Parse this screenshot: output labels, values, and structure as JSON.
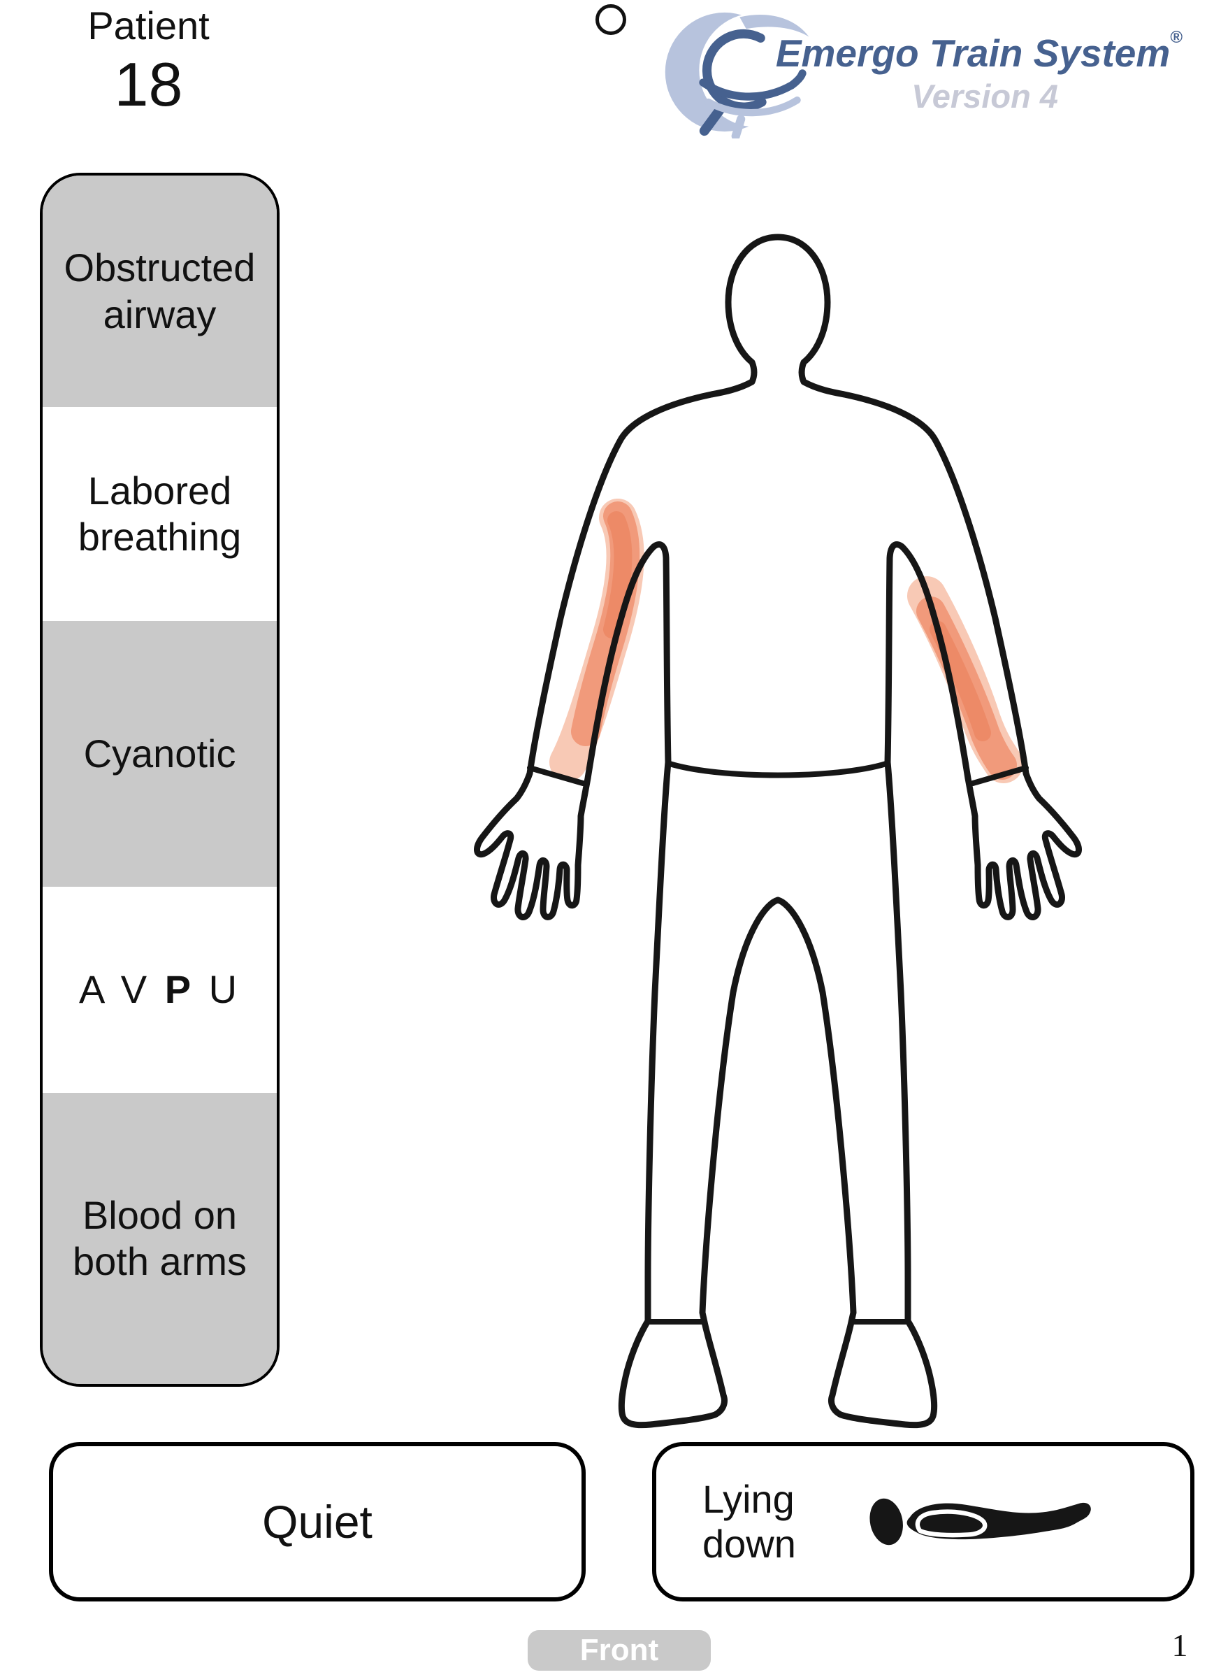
{
  "header": {
    "patient_label": "Patient",
    "patient_number": "18",
    "logo": {
      "title": "Emergo Train System",
      "registered": "®",
      "version": "Version 4"
    }
  },
  "sidebar": {
    "items": [
      {
        "label": "Obstructed airway",
        "shaded": true
      },
      {
        "label": "Labored breathing",
        "shaded": false
      },
      {
        "label": "Cyanotic",
        "shaded": true
      },
      {
        "label": "A V P U",
        "pre": "A V ",
        "bold_letter": "P",
        "post": " U",
        "shaded": false
      },
      {
        "label": "Blood on both arms",
        "shaded": true
      }
    ]
  },
  "figure": {
    "view": "front human body outline",
    "injuries": [
      {
        "location": "left arm",
        "type": "blood"
      },
      {
        "location": "right arm",
        "type": "blood"
      }
    ]
  },
  "bottom": {
    "voice_label": "Quiet",
    "posture_label": "Lying down",
    "posture_icon": "lying-person-icon"
  },
  "footer": {
    "view_label": "Front",
    "page_number": "1"
  },
  "colors": {
    "section_gray": "#c9c9c9",
    "outline": "#161616",
    "blood_light": "#f6bca3",
    "blood_mid": "#ef8f6d",
    "blood_deep": "#ea7d58",
    "logo_blue": "#46618f",
    "logo_light_blue": "#b7c3dd",
    "version_gray": "#c7c9d6"
  }
}
